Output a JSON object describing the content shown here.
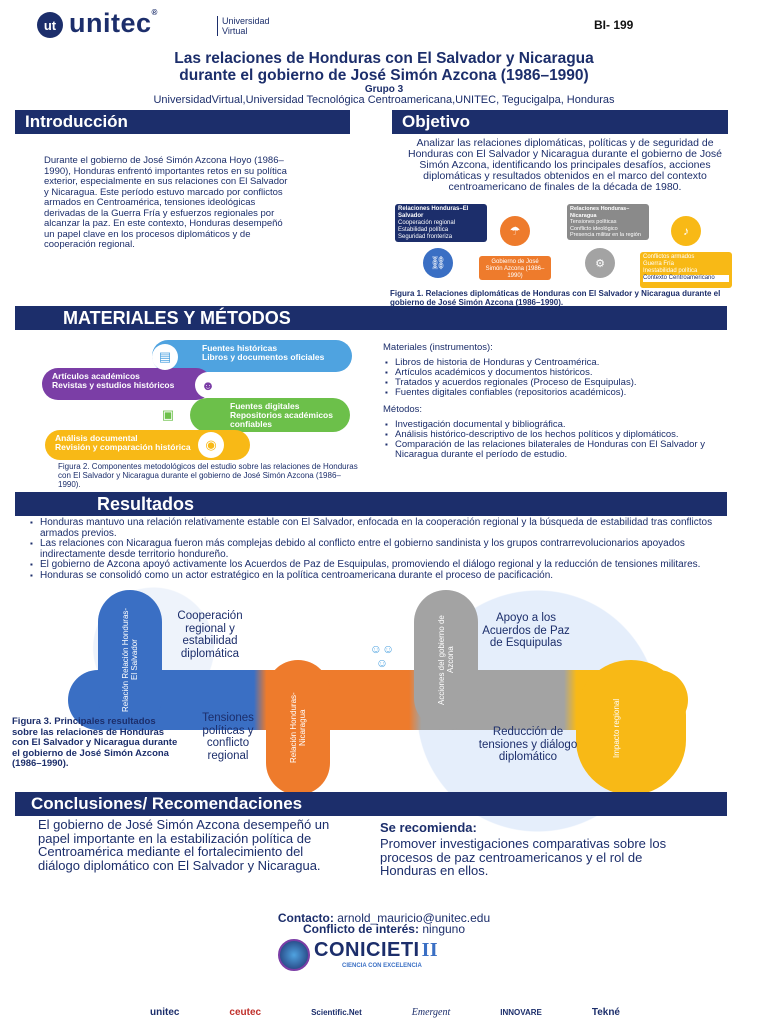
{
  "header": {
    "logo_mark": "ut",
    "brand": "unitec",
    "brand_reg": "®",
    "brand_sub1": "Universidad",
    "brand_sub2": "Virtual",
    "code": "BI- 199"
  },
  "title": {
    "line1": "Las relaciones de Honduras con El Salvador y Nicaragua",
    "line2": "durante el gobierno de José Simón Azcona (1986–1990)",
    "group": "Grupo 3",
    "affiliation": "UniversidadVirtual,Universidad Tecnológica Centroamericana,UNITEC, Tegucigalpa, Honduras"
  },
  "intro": {
    "heading": "Introducción",
    "text": "Durante el gobierno de José Simón Azcona Hoyo (1986–1990), Honduras enfrentó importantes retos en su política exterior, especialmente en sus relaciones con El Salvador y Nicaragua. Este período estuvo marcado por conflictos armados en Centroamérica, tensiones ideológicas derivadas de la Guerra Fría y esfuerzos regionales por alcanzar la paz. En este contexto, Honduras desempeñó un papel clave en los procesos diplomáticos y de cooperación regional."
  },
  "objective": {
    "heading": "Objetivo",
    "text": "Analizar las relaciones diplomáticas, políticas y de seguridad de Honduras con El Salvador y Nicaragua durante el gobierno de José Simón Azcona, identificando los principales desafíos, acciones diplomáticas y resultados obtenidos en el marco del contexto centroamericano de finales de la década de 1980.",
    "fig1": {
      "box1_title": "Relaciones Honduras–El Salvador",
      "box1_items": [
        "Cooperación regional",
        "Estabilidad política",
        "Seguridad fronteriza"
      ],
      "box2_title": "Relaciones Honduras–Nicaragua",
      "box2_items": [
        "Tensiones políticas",
        "Conflicto ideológico",
        "Presencia militar en la región"
      ],
      "center": "Gobierno de José Simón Azcona (1986–1990)",
      "box4_items": [
        "Conflictos armados",
        "Guerra Fría",
        "Inestabilidad política",
        "Contexto Centroamericano"
      ]
    },
    "caption": "Figura 1. Relaciones diplomáticas de Honduras con El Salvador y Nicaragua durante el gobierno de José Simón Azcona (1986–1990)."
  },
  "methods": {
    "heading": "MATERIALES Y MÉTODOS",
    "diagram": [
      {
        "title": "Fuentes históricas",
        "sub": "Libros y documentos oficiales"
      },
      {
        "title": "Artículos académicos",
        "sub": "Revistas y estudios históricos"
      },
      {
        "title": "Fuentes digitales",
        "sub": "Repositorios académicos confiables"
      },
      {
        "title": "Análisis documental",
        "sub": "Revisión y comparación histórica"
      }
    ],
    "caption": "Figura 2. Componentes metodológicos del estudio sobre las relaciones de Honduras con El Salvador y Nicaragua durante el gobierno de José Simón Azcona (1986–1990).",
    "materials_label": "Materiales (instrumentos):",
    "materials": [
      "Libros de historia de Honduras y Centroamérica.",
      "Artículos académicos y documentos históricos.",
      "Tratados y acuerdos regionales (Proceso de Esquipulas).",
      "Fuentes digitales confiables (repositorios académicos)."
    ],
    "methods_label": "Métodos:",
    "methods": [
      "Investigación documental y bibliográfica.",
      "Análisis histórico-descriptivo de los hechos políticos y diplomáticos.",
      "Comparación de las relaciones bilaterales de Honduras con El Salvador y Nicaragua durante el período de estudio."
    ]
  },
  "results": {
    "heading": "Resultados",
    "items": [
      "Honduras mantuvo una relación relativamente estable con El Salvador, enfocada en la cooperación regional y la búsqueda de estabilidad tras conflictos armados previos.",
      "Las relaciones con Nicaragua fueron más complejas debido al conflicto entre el gobierno sandinista y los grupos contrarrevolucionarios apoyados indirectamente desde territorio hondureño.",
      "El gobierno de Azcona apoyó activamente los Acuerdos de Paz de Esquipulas, promoviendo el diálogo regional y la reducción de tensiones militares.",
      "Honduras se consolidó como un actor estratégico en la política centroamericana durante el proceso de pacificación."
    ],
    "fig": {
      "v1": "Relación Relación Honduras-El Salvador",
      "v2": "Relación Honduras-Nicaragua",
      "v3": "Acciones del gobierno de Azcona",
      "v4": "Impacto regional",
      "l1": "Cooperación regional y estabilidad diplomática",
      "l2": "Tensiones políticas y conflicto regional",
      "l3": "Apoyo a los Acuerdos de Paz de Esquipulas",
      "l4": "Reducción de tensiones y diálogo diplomático"
    },
    "caption": "Figura 3. Principales resultados sobre las relaciones de Honduras con El Salvador y Nicaragua durante el gobierno de José Simón Azcona (1986–1990)."
  },
  "conclusions": {
    "heading": "Conclusiones/ Recomendaciones",
    "text": "El gobierno de José Simón Azcona desempeñó un papel importante en la estabilización política de Centroamérica mediante el fortalecimiento del diálogo diplomático con El Salvador y Nicaragua.",
    "rec_label": "Se recomienda:",
    "rec_text": "Promover investigaciones comparativas sobre los procesos de paz centroamericanos y el rol de Honduras en ellos."
  },
  "contact": {
    "label": "Contacto:",
    "value": "arnold_mauricio@unitec.edu",
    "conflict_label": "Conflicto de interés:",
    "conflict_value": "ninguno"
  },
  "event": {
    "name": "CONICIETI",
    "roman": "II",
    "tagline": "CIENCIA CON EXCELENCIA"
  },
  "footer": [
    "unitec",
    "ceutec",
    "Scientific.Net",
    "Emergent",
    "INNOVARE",
    "Tekné"
  ],
  "colors": {
    "navy": "#1c2e6b",
    "blue": "#3a6fc4",
    "orange": "#ee7b2c",
    "gray": "#a3a3a3",
    "yellow": "#f8b916",
    "purple": "#7b3ea6",
    "green": "#6cc04a",
    "lightblue": "#4fa3e0"
  }
}
